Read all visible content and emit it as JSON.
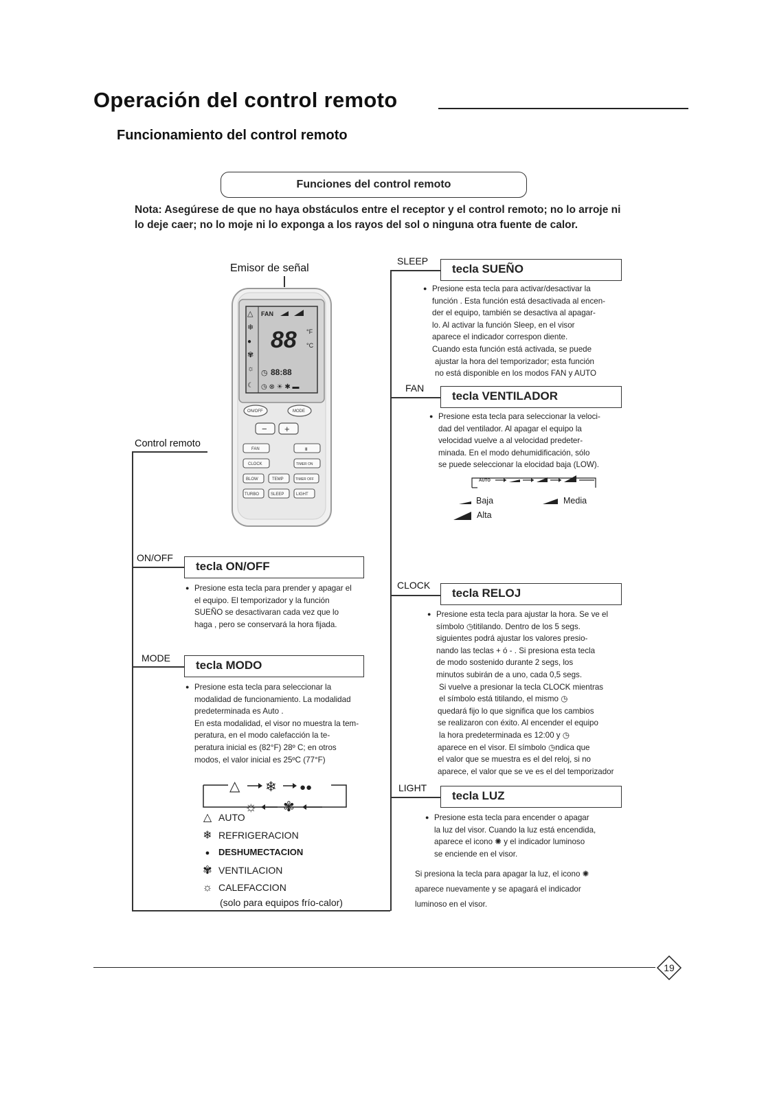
{
  "header": {
    "title": "Operación del control remoto",
    "subtitle": "Funcionamiento del control remoto"
  },
  "box_title": "Funciones del control remoto",
  "note": "Nota: Asegúrese de que no haya obstáculos entre el receptor y el control remoto; no lo arroje ni lo deje caer; no lo moje ni lo exponga a los rayos del sol o ninguna otra fuente de calor.",
  "remote": {
    "emitter_label": "Emisor de señal",
    "control_label": "Control remoto",
    "display": {
      "fan": "FAN",
      "digits": "88",
      "fahrenheit": "°F",
      "celsius": "°C",
      "timer": "88:88"
    },
    "buttons": {
      "on_off": "ON/OFF",
      "mode": "MODE",
      "minus": "−",
      "plus": "+",
      "fan": "FAN",
      "swing": "II",
      "clock": "CLOCK",
      "timer_on": "TIMER ON",
      "blow": "BLOW",
      "temp": "TEMP",
      "timer_off": "TIMER OFF",
      "turbo": "TURBO",
      "sleep": "SLEEP",
      "light": "LIGHT"
    }
  },
  "sections": {
    "sleep": {
      "tag": "SLEEP",
      "title": "tecla SUEÑO",
      "lines": [
        "Presione esta tecla para activar/desactivar la",
        "función . Esta función está desactivada al encen-",
        "der el equipo, también se desactiva al apagar-",
        "lo. Al activar la función Sleep, en el visor",
        "aparece el indicador correspon diente.",
        "Cuando esta función está activada, se puede",
        "ajustar la hora del temporizador; esta función",
        "no está disponible en los modos FAN y AUTO"
      ]
    },
    "fan": {
      "tag": "FAN",
      "title": "tecla VENTILADOR",
      "lines": [
        "Presione esta tecla para seleccionar la veloci-",
        "dad del ventilador. Al apagar el equipo la",
        "velocidad vuelve a al velocidad predeter-",
        "minada. En el modo dehumidificación, sólo",
        "se puede seleccionar la elocidad baja (LOW)."
      ],
      "auto": "AUTO",
      "legend": {
        "low": "Baja",
        "medium": "Media",
        "high": "Alta"
      }
    },
    "onoff": {
      "tag": "ON/OFF",
      "title": "tecla ON/OFF",
      "lines": [
        "Presione esta tecla para prender y apagar el",
        "el equipo. El temporizador y la función",
        "SUEÑO se desactivaran cada vez que lo",
        "haga , pero se conservará la hora fijada."
      ]
    },
    "clock": {
      "tag": "CLOCK",
      "title": "tecla RELOJ",
      "lines": [
        "Presione esta tecla para ajustar la hora. Se ve el",
        "símbolo   ◷titilando. Dentro de los 5 segs.",
        "siguientes podrá ajustar los valores presio-",
        "nando las teclas + ó - . Si presiona esta tecla",
        "de modo sostenido durante 2 segs, los",
        "minutos subirán de a uno, cada 0,5 segs.",
        "Si vuelve a presionar la tecla CLOCK mientras",
        "el símbolo está titilando, el mismo  ◷",
        "quedará fijo lo que significa que los cambios",
        "se realizaron con éxito. Al encender el equipo",
        "la hora predeterminada es 12:00 y  ◷",
        "aparece en el visor. El símbolo   ◷ndica que",
        "el valor que se muestra es el del reloj, si no",
        "aparece, el valor que se ve es el del temporizador"
      ]
    },
    "mode": {
      "tag": "MODE",
      "title": "tecla MODO",
      "lines": [
        "Presione esta tecla para seleccionar  la",
        "modalidad de funcionamiento. La modalidad",
        "predeterminada es Auto .",
        "En esta modalidad, el visor no muestra la tem-",
        "peratura, en el modo calefacción la te-",
        "peratura inicial es (82°F) 28º C; en otros",
        "modos, el valor inicial es 25ºC (77°F)"
      ],
      "modes": [
        {
          "icon": "auto-icon",
          "glyph": "△",
          "label": "AUTO"
        },
        {
          "icon": "snowflake-icon",
          "glyph": "❄",
          "label": "REFRIGERACION"
        },
        {
          "icon": "drops-icon",
          "glyph": "💧",
          "label": "DESHUMECTACION"
        },
        {
          "icon": "fan-icon",
          "glyph": "✾",
          "label": "VENTILACION"
        },
        {
          "icon": "sun-icon",
          "glyph": "☼",
          "label": "CALEFACCION"
        }
      ],
      "note": "(solo para equipos frío-calor)"
    },
    "light": {
      "tag": "LIGHT",
      "title": "tecla LUZ",
      "lines": [
        "Presione esta tecla para encender o apagar",
        "la luz del visor. Cuando la luz está encendida,",
        "aparece el icono  ✺  y el indicador luminoso",
        "se enciende en el visor."
      ],
      "extra": [
        "Si presiona la tecla para apagar la luz, el icono ✺",
        "aparece nuevamente y se apagará el indicador",
        "luminoso en el visor."
      ]
    }
  },
  "page_number": "19"
}
